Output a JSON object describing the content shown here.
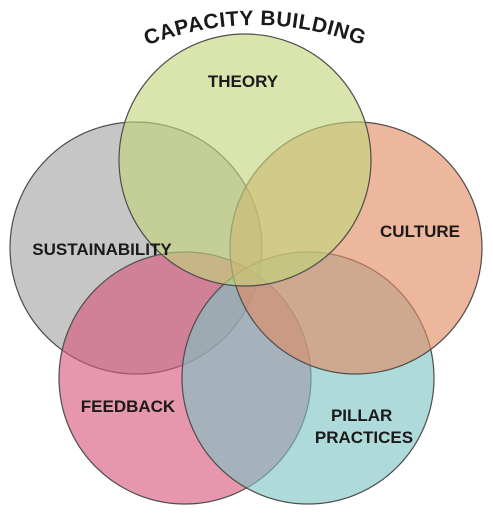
{
  "title": "CAPACITY BUILDING",
  "circles": [
    {
      "id": "sustainability",
      "label_lines": [
        "SUSTAINABILITY"
      ],
      "color": "#a3a3a3"
    },
    {
      "id": "feedback",
      "label_lines": [
        "FEEDBACK"
      ],
      "color": "#d7577a"
    },
    {
      "id": "pillar",
      "label_lines": [
        "PILLAR",
        "PRACTICES"
      ],
      "color": "#7ec3c3"
    },
    {
      "id": "culture",
      "label_lines": [
        "CULTURE"
      ],
      "color": "#e28a63"
    },
    {
      "id": "theory",
      "label_lines": [
        "THEORY"
      ],
      "color": "#c2d57a"
    }
  ]
}
